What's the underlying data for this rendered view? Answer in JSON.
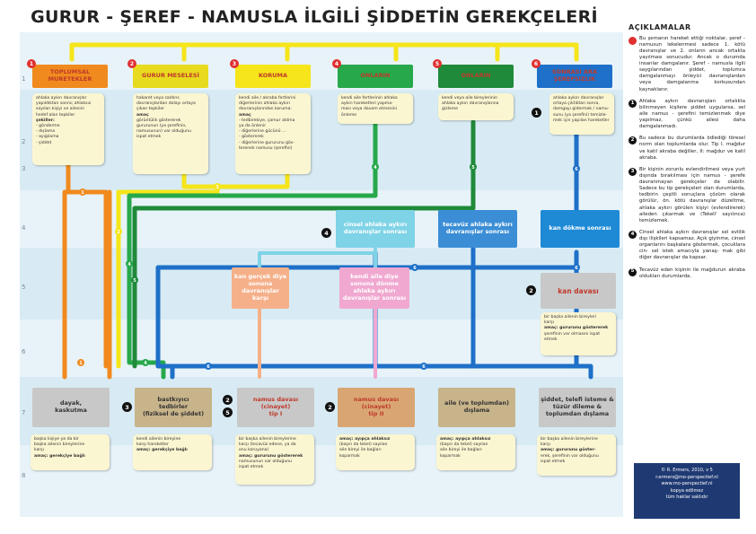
{
  "title": "GURUR - ŞEREF - NAMUSLA İLGİLİ ŞİDDETİN GEREKÇELERİ",
  "row_numbers": [
    "1",
    "2",
    "3",
    "4",
    "5",
    "6",
    "7",
    "8"
  ],
  "top_nodes": [
    {
      "num": "1",
      "label": "TOPLUMSAL\nMURETEKLER",
      "color": "#f08a1e",
      "text_color": "#c0392b",
      "desc": [
        "ahlaka aykırı davranışlar",
        "yapıldıktan sonra; ahlaksız",
        "sayılan kişiyi ve ailesini",
        "hedef alan tepkiler",
        "şekiller:",
        "- gönderme",
        "- dışlama",
        "- ayığılama",
        "- şiddet"
      ]
    },
    {
      "num": "2",
      "label": "GURUR MESELESİ",
      "color": "#e8da1e",
      "text_color": "#c0392b",
      "desc": [
        "hakaret veya saldırıs",
        "davranışlardan dolayı ortaya",
        "çıkan tepkiler",
        "amaç",
        "görüntülik göstererek",
        "gururunun (ya şerefinin,",
        "namusunun) var olduğunu",
        "ispat etmek"
      ]
    },
    {
      "num": "3",
      "label": "KORUMA",
      "color": "#f5e51a",
      "text_color": "#c0392b",
      "desc": [
        "kendi aile / akraba fertlerini",
        "diğerlerinin ahlaka aykırı",
        "davranışlarından koruma:",
        "amaç",
        "- tedbirekiye, çamur atılma",
        "ya da önlenir",
        "- diğerlerine gücünü ...",
        "- göstererek",
        "- diğerlerine gururunu gös-",
        "terenek namusu (şerefini)"
      ]
    },
    {
      "num": "4",
      "label": "ONLARIN",
      "color": "#27a84b",
      "text_color": "#c0392b",
      "desc": [
        "kendi aile fertlerinin ahlaka",
        "aykırı hareketleri yapma-",
        "ması veya davam etmesini",
        "önleme"
      ]
    },
    {
      "num": "5",
      "label": "ONLARIN",
      "color": "#1f8a3a",
      "text_color": "#c0392b",
      "desc": [
        "kendi veya aile bireylerinin",
        "ahlaka aykırı davranışlarına",
        "gizleme"
      ]
    },
    {
      "num": "6",
      "label": "SONRASI ARA\nŞEREFSIZLIK",
      "color": "#1e70c8",
      "text_color": "#c0392b",
      "desc": [
        "ahlaka aykırı davranışlar",
        "ortaya çıktıktan sonra,",
        "damgayı gidermek / namu-",
        "sunu (ya şerefini) temizle-",
        "mek için yapılan hareketler"
      ]
    }
  ],
  "mid_nodes": [
    {
      "label": "cinsel ahlaka aykırı\ndavranışlar sonrası"
    },
    {
      "label": "tecavüz ahlaka aykırı\ndavranışlar sonrası"
    },
    {
      "label": "kan dökme sonrası"
    }
  ],
  "pink_nodes": [
    {
      "label": "kan gerçek diye\nsonuna\ndavranışlar karşı"
    },
    {
      "label": "kendi aile diye\nsonuna dönme\nahlaka aykırı\ndavranışlar sonrası"
    }
  ],
  "kan_davasi": {
    "label": "kan davası",
    "desc": [
      "bir başka ailenin bireyleri",
      "karşı",
      "amaç: gururunu göstererek",
      "şerefinin var olmasını ispat",
      "etmek"
    ]
  },
  "bottom_nodes": [
    {
      "label": "dayak,\nkaskutma",
      "color": "#c8c8c8",
      "text_color": "#333",
      "desc": [
        "başka kişiye ya da bir",
        "başka ailenin bireylerine",
        "karşı",
        "amaç: gerekçiye bağlı"
      ]
    },
    {
      "label": "bastkıyıcı\ntedbirler\n(fiziksel de şiddet)",
      "color": "#c8b48a",
      "text_color": "#333",
      "desc": [
        "kendi ailenin bireyine",
        "karşı hareketler",
        "amaç: gerekçiye bağlı"
      ]
    },
    {
      "label": "namus davası\n(cinayet)\ntip I",
      "color": "#c8c8c8",
      "text_color": "#c0392b",
      "desc": [
        "bir başka ailenin bireylerine",
        "karşı (tecavüz edene, ya da",
        "onu koruyana)",
        "amaç: gururunu göstererek",
        "namusunun var olduğunu",
        "ispat etmek"
      ]
    },
    {
      "label": "namus davası\n(cinayet)\ntip II",
      "color": "#d9a673",
      "text_color": "#c0392b",
      "desc": [
        "amaç: ayıpça ahlaksız",
        "(başın da tekel) sayılan",
        "aile bireyi ile bağları",
        "koparmak"
      ]
    },
    {
      "label": "aile (ve toplumdan)\ndışlama",
      "color": "#c8b48a",
      "text_color": "#333",
      "desc": [
        "amaç: ayıpça ahlaksız",
        "(başın da tekel) sayılan",
        "aile bireyi ile bağları",
        "koparmak"
      ]
    },
    {
      "label": "şiddet, telefi isteme &\ntüzür dileme &\ntoplumdan dışlama",
      "color": "#c8c8c8",
      "text_color": "#333",
      "desc": [
        "bir başka ailenin bireylerine",
        "karşı",
        "amaç: gururunu göster-",
        "erek, şerefinin var olduğunu",
        "ispat etmek"
      ]
    }
  ],
  "legend": {
    "title": "AÇIKLAMALAR",
    "items": [
      {
        "mark": "",
        "red": true,
        "text": "Bu şemanın hareket ettiği noktalar, şeref - namusun lekelenmesi sadece 1. kötü davranışlar ve 2. onların ancak ortakta yayılması sonucudur. Ancak o durumda insanlar damgalanır. Şeref - namusla ilgili saygılarından şiddet, toplumca damgalanmayı önleyici davranışlardan veya damgalanma korkusundan kaynaklanır."
      },
      {
        "mark": "1",
        "red": false,
        "text": "Ahlaka aykırı davranışları ortalıkta bilinmeyen kişilere şiddet uygularsa, sel aile namus - şerefini temizlenmek diye yapılmaz, çünkü ailesi daha damgalanmadı."
      },
      {
        "mark": "2",
        "red": false,
        "text": "Bu sadece bu durumlarda ödlediği töresel norm olan toplumlarda olur. Tip I. mağdur ve katil akraba değiller, II: mağdur ve katil akraba."
      },
      {
        "mark": "3",
        "red": false,
        "text": "Bir kişinin zorunlu evlendirilmesi veya yurt dışında bırakılması için namus - şerefe davranmayan gerekçeler de olabilir. Sadece bu tip gerekçeleri olan durumlarda, tedbirin çeşitli sonuçlara çözüm olarak görülür, ön. kötü davranışlar düzeltme, ahlaka aykırı görülen kişiyi (evlendirerek) aileden çıkarmak ve (Tekeli' sayılınca) temizlemek."
      },
      {
        "mark": "4",
        "red": false,
        "text": "Cinsel ahlaka aykırı davranışlar sel evlilik dışı ilişkileri kapsamaz. Açık giyinme, cinsel organlarını başkalara göstermek, çocuklara cin- sel istek amacıyla yanaş- mak gibi diğer davranışlar da kapsar."
      },
      {
        "mark": "5",
        "red": false,
        "text": "Tecavüz eden kişinin ile mağdurun akraba oldukları durumlarda."
      }
    ]
  },
  "credit": [
    "© R. Ermers, 2010, v 5",
    "r.ermers@mo-perspectief.nl",
    "www.mo-perspectief.nl",
    "kopya edilmez",
    "tüm haklar saklıdır"
  ],
  "colors": {
    "orange": "#f08a1e",
    "yellow": "#f5e51a",
    "green": "#27a84b",
    "darkgreen": "#1f8a3a",
    "blue": "#1e70c8",
    "cyan": "#7fd3e6",
    "pink": "#f0a8d0",
    "salmon": "#f5b08a"
  }
}
